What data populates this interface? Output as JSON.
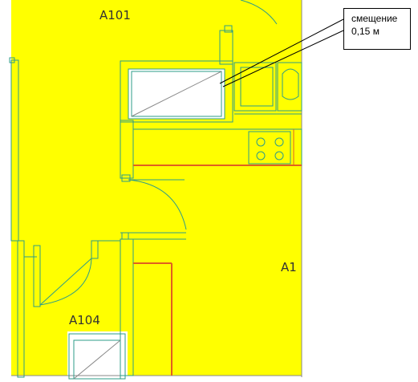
{
  "rooms": {
    "a101": "A101",
    "a104": "A104",
    "a1_partial": "A1"
  },
  "callout": {
    "line1": "смещение",
    "line2": "0,15 м"
  },
  "colors": {
    "room_fill": "#ffff00",
    "wall_line": "#2e9c88",
    "partition_line": "#e06020",
    "callout_leader": "#000000"
  }
}
